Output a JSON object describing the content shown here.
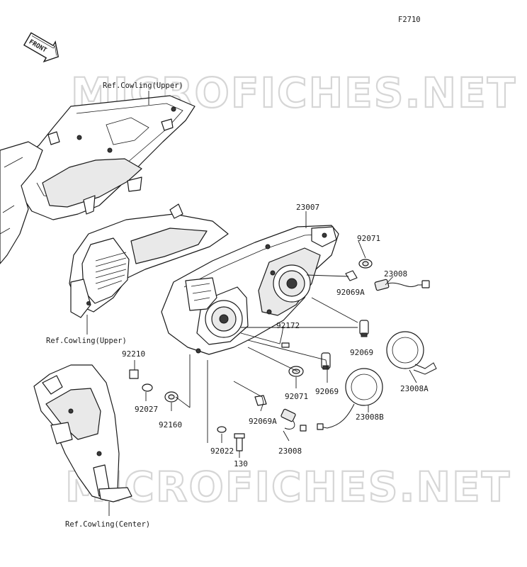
{
  "figure_id": "F2710",
  "front_badge": "FRONT",
  "watermark": "MICROFICHES.NET",
  "references": {
    "cowling_upper_top": "Ref.Cowling(Upper)",
    "cowling_upper_left": "Ref.Cowling(Upper)",
    "cowling_center": "Ref.Cowling(Center)"
  },
  "parts": {
    "p23007": "23007",
    "p92071_top": "92071",
    "p23008_top": "23008",
    "p92069A_top": "92069A",
    "p92172": "92172",
    "p92069_right": "92069",
    "p23008A": "23008A",
    "p92210": "92210",
    "p92027": "92027",
    "p92160": "92160",
    "p92071_mid": "92071",
    "p92069_mid": "92069",
    "p92069A_bottom": "92069A",
    "p23008B": "23008B",
    "p92022": "92022",
    "p130": "130",
    "p23008_bottom": "23008"
  }
}
